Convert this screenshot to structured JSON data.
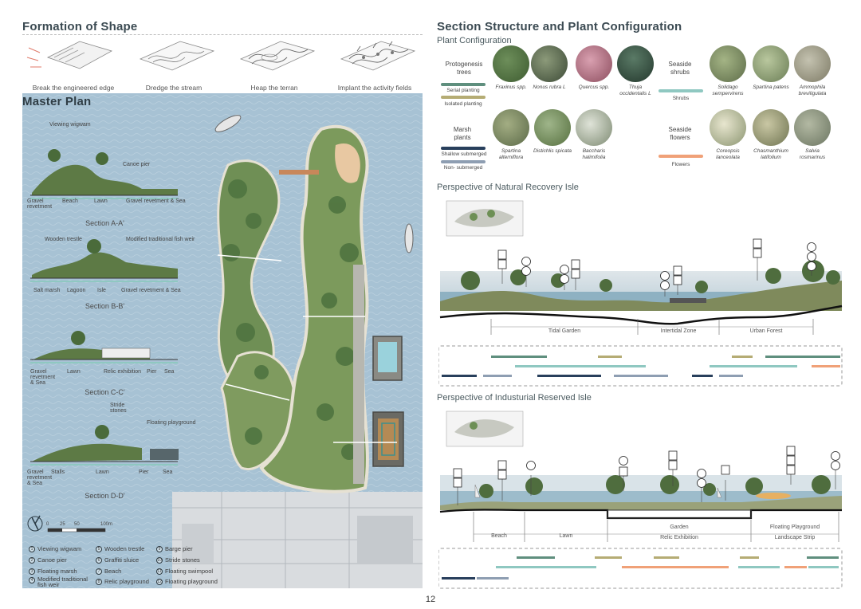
{
  "formation": {
    "title": "Formation of Shape",
    "steps": [
      "Break the engineered edge",
      "Dredge the stream",
      "Heap the terran",
      "Implant the activity fields"
    ]
  },
  "master": {
    "title": "Master Plan",
    "sections": [
      {
        "title": "Section A-A'",
        "labels_top": [
          "Viewing wigwam",
          "Canoe pier"
        ],
        "labels_bottom": [
          "Gravel revetment",
          "Beach",
          "Lawn",
          "Gravel revetment & Sea"
        ]
      },
      {
        "title": "Section B-B'",
        "labels_top": [
          "Wooden trestle",
          "Modified traditional fish weir"
        ],
        "labels_bottom": [
          "Salt marsh",
          "Lagoon",
          "Isle",
          "Gravel revetment & Sea"
        ]
      },
      {
        "title": "Section C-C'",
        "labels_top": [],
        "labels_bottom": [
          "Gravel revetment & Sea",
          "Lawn",
          "Relic exhibition",
          "Pier",
          "Sea"
        ]
      },
      {
        "title": "Section D-D'",
        "labels_top": [
          "Stride stones",
          "Floating playground"
        ],
        "labels_bottom": [
          "Gravel revetment & Sea",
          "Stalls",
          "Lawn",
          "Pier",
          "Sea"
        ]
      }
    ],
    "scale": [
      "0",
      "25",
      "50",
      "100m"
    ],
    "legend": [
      {
        "n": "1",
        "label": "Viewing wigwam"
      },
      {
        "n": "2",
        "label": "Canoe pier"
      },
      {
        "n": "3",
        "label": "Floating marsh"
      },
      {
        "n": "4",
        "label": "Modified traditional fish weir"
      },
      {
        "n": "5",
        "label": "Wooden trestle"
      },
      {
        "n": "6",
        "label": "Graffiti sluice"
      },
      {
        "n": "7",
        "label": "Beach"
      },
      {
        "n": "8",
        "label": "Relic playground"
      },
      {
        "n": "9",
        "label": "Barge pier"
      },
      {
        "n": "10",
        "label": "Stride stones"
      },
      {
        "n": "11",
        "label": "Floating swimpool"
      },
      {
        "n": "12",
        "label": "Floating playground"
      }
    ]
  },
  "section_structure": {
    "title": "Section Structure and Plant Configuration",
    "plant_title": "Plant Configuration",
    "categories": {
      "protogenesis": "Protogenesis trees",
      "marsh": "Marsh plants",
      "seaside_shrubs": "Seaside shrubs",
      "seaside_flowers": "Seaside flowers"
    },
    "bars": {
      "serial": "Serial planting",
      "isolated": "Isolated planting",
      "shallow": "Shallow submerged",
      "non": "Non- submerged",
      "shrubs": "Shrubs",
      "flowers": "Flowers"
    },
    "plants_trees": [
      "Fraxinus spp.",
      "Nonus rubra L",
      "Quercus spp.",
      "Thuja occidentalis L"
    ],
    "plants_marsh": [
      "Spartina alterniflora",
      "Distichlis spicata",
      "Baccharis halimifolia"
    ],
    "plants_shrubs": [
      "Solidago sempervirens",
      "Spartina patens",
      "Ammophila breviligulata"
    ],
    "plants_flowers": [
      "Coreopsis lanceolata",
      "Chasmanthium latifolium",
      "Salvia rosmarinus"
    ],
    "colors": {
      "serial": "#5f8f7e",
      "isolated": "#b5ac74",
      "shallow": "#283f5c",
      "non": "#8e9eb2",
      "shrubs": "#8fc8c1",
      "flowers": "#f0a178"
    }
  },
  "natural": {
    "title": "Perspective of Natural Recovery Isle",
    "zones": [
      "Tidal Garden",
      "Intertidal Zone",
      "Urban Forest"
    ]
  },
  "industrial": {
    "title": "Perspective of Industurial Reserved Isle",
    "zones_top": [
      "Beach",
      "Lawn",
      "Garden",
      "Floating Playground"
    ],
    "zones_bottom": [
      "Relic Exhibition",
      "Landscape Strip"
    ]
  },
  "page_number": "12"
}
